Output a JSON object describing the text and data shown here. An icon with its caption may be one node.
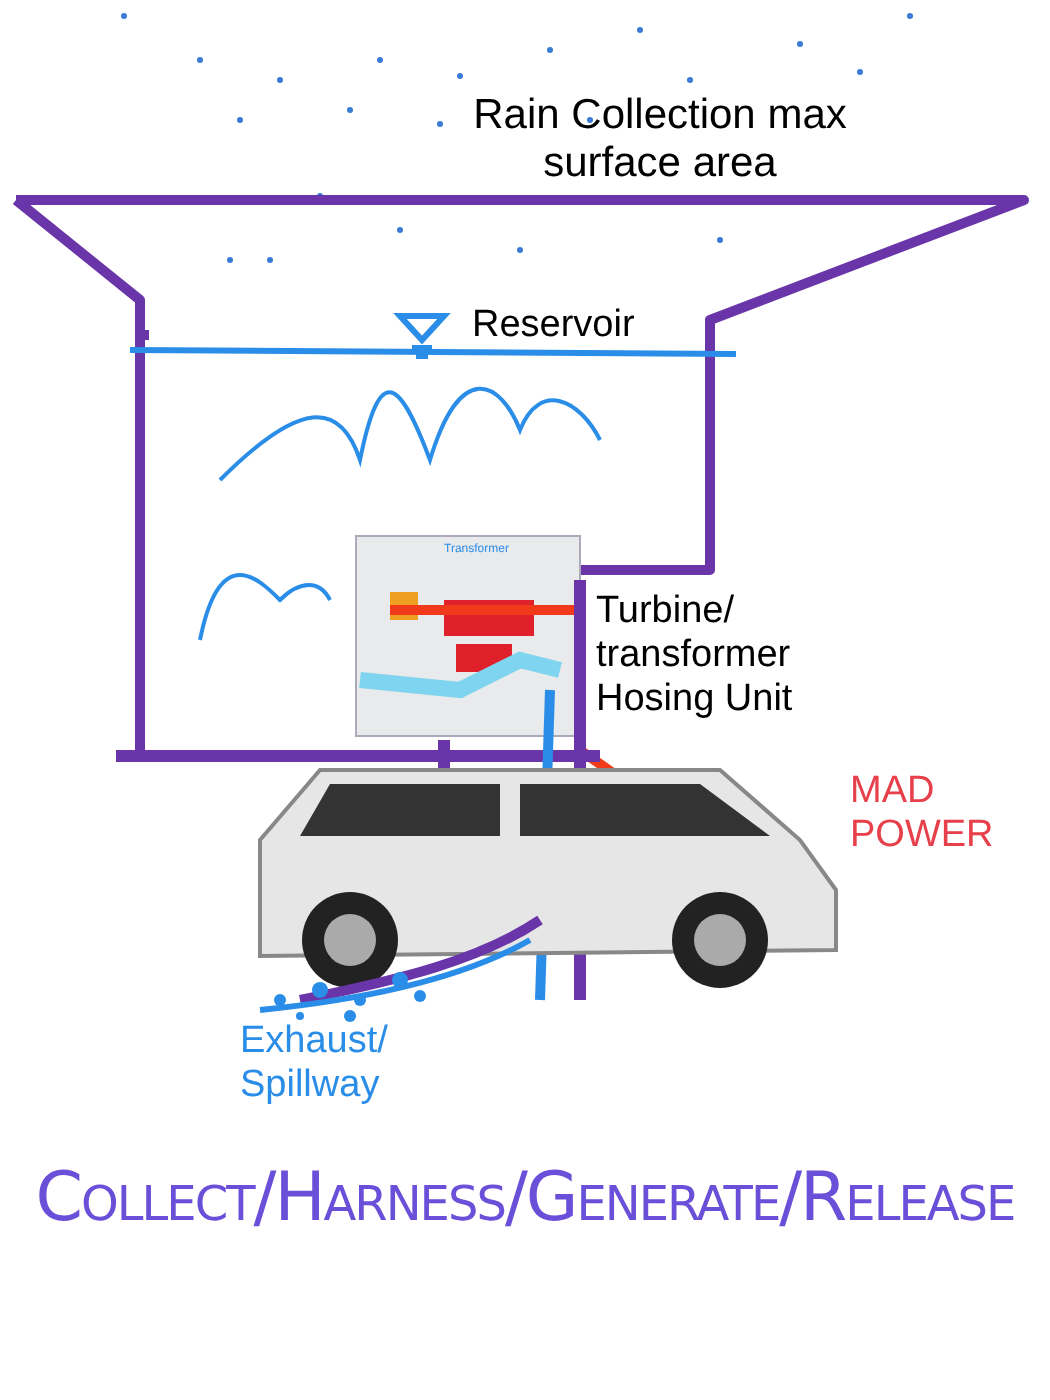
{
  "diagram": {
    "caption": "Collect/Harness/Generate/Release",
    "labels": [
      "Rain Collection max surface area",
      "Reservoir",
      "Transformer",
      "Turbine/ transformer Hosing Unit",
      "MAD POWER",
      "Exhaust/ Spillway"
    ]
  }
}
